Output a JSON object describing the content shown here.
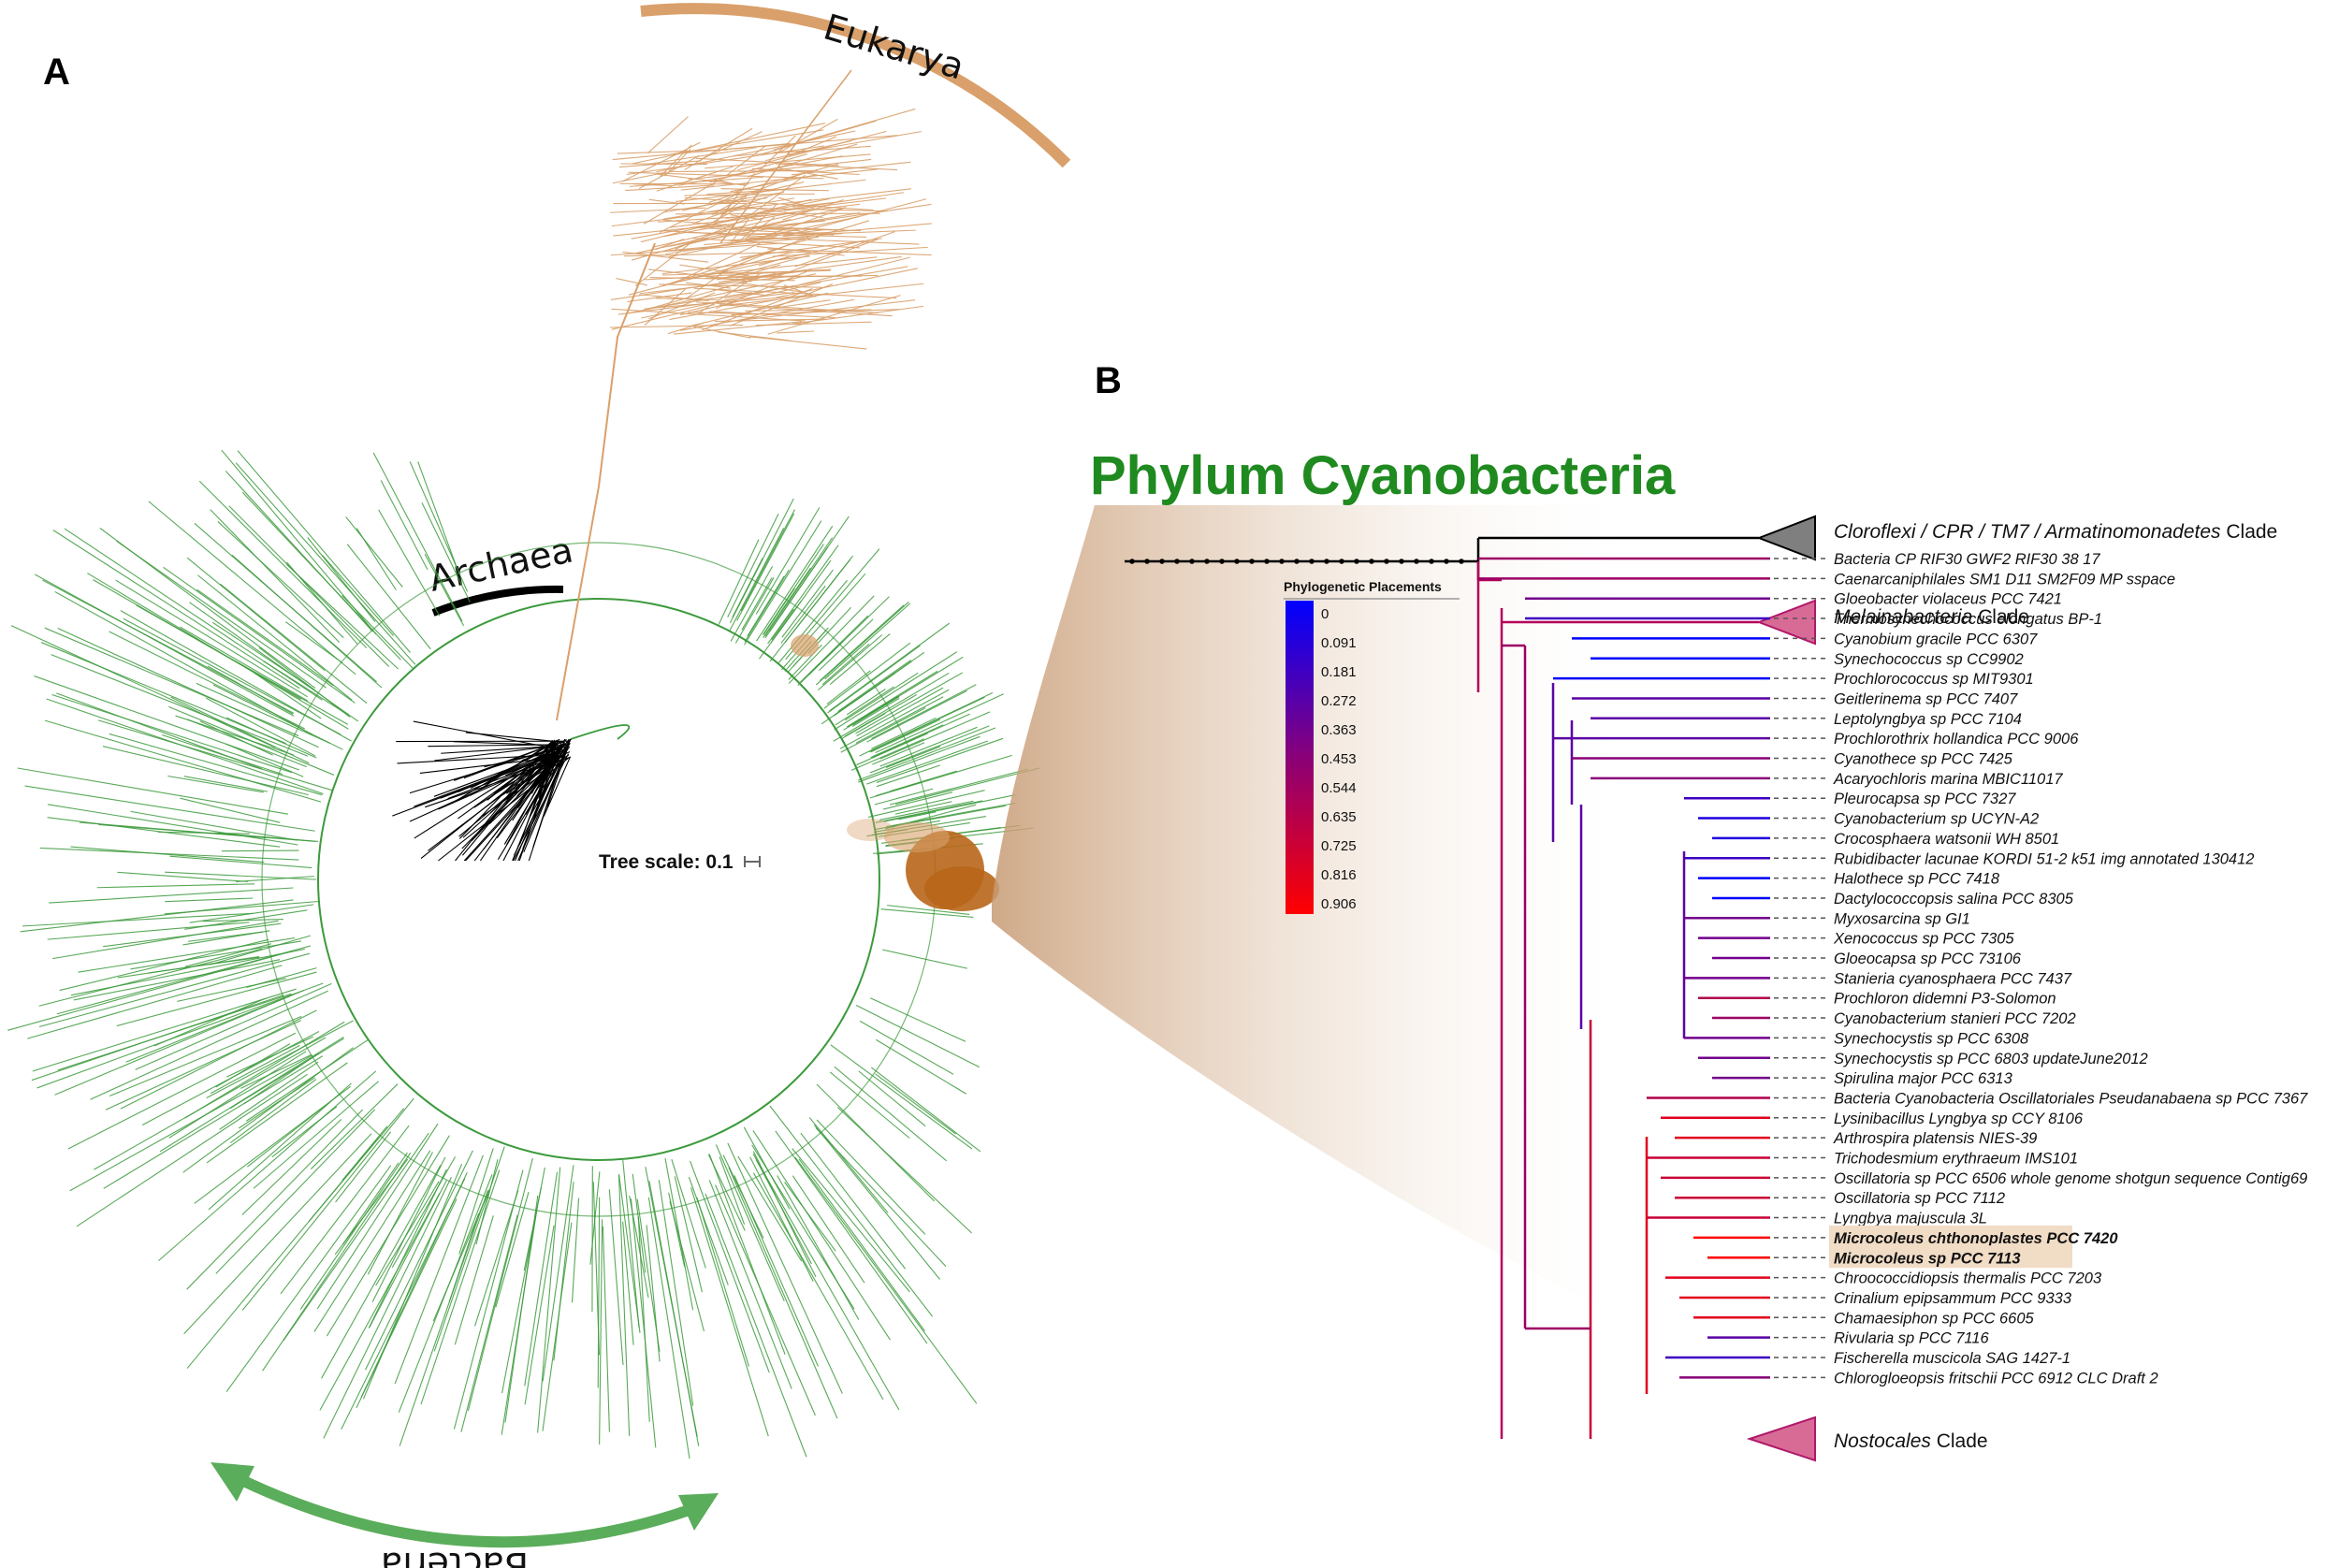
{
  "panel_a": {
    "letter": "A",
    "labels": {
      "eukarya": "Eukarya",
      "archaea": "Archaea",
      "bacteria": "Bacteria"
    },
    "tree_scale_label": "Tree scale: 0.1",
    "colors": {
      "eukarya": "#d9a06b",
      "archaea": "#000000",
      "bacteria": "#3c9a3c",
      "placement": "#b8661a"
    }
  },
  "panel_b": {
    "letter": "B",
    "title": "Phylum Cyanobacteria",
    "legend": {
      "title": "Phylogenetic Placements",
      "ticks": [
        "0",
        "0.091",
        "0.181",
        "0.272",
        "0.363",
        "0.453",
        "0.544",
        "0.635",
        "0.725",
        "0.816",
        "0.906"
      ],
      "colors": [
        "#0000ff",
        "#1f00df",
        "#3d00c2",
        "#5a00a5",
        "#72008c",
        "#880077",
        "#9c0063",
        "#b2004d",
        "#c90036",
        "#e2001d",
        "#ff0000"
      ]
    },
    "clades": {
      "top_clade_taxa": "Cloroflexi / CPR / TM7 / Armatinomonadetes",
      "top_clade_suffix": " Clade",
      "melainabacteria": "Melainabacteria",
      "melainabacteria_suffix": " Clade",
      "nostocales": "Nostocales",
      "nostocales_suffix": " Clade"
    },
    "taxa": [
      "Bacteria CP RIF30 GWF2 RIF30 38 17",
      "Caenarcaniphilales SM1 D11 SM2F09 MP sspace",
      "Gloeobacter violaceus PCC 7421",
      "Thermosynechococcus elongatus BP-1",
      "Cyanobium gracile PCC 6307",
      "Synechococcus sp CC9902",
      "Prochlorococcus sp MIT9301",
      "Geitlerinema sp PCC 7407",
      "Leptolyngbya sp PCC 7104",
      "Prochlorothrix hollandica PCC 9006",
      "Cyanothece sp PCC 7425",
      "Acaryochloris marina MBIC11017",
      "Pleurocapsa sp PCC 7327",
      "Cyanobacterium sp UCYN-A2",
      "Crocosphaera watsonii WH 8501",
      "Rubidibacter lacunae KORDI 51-2 k51 img annotated 130412",
      "Halothece sp PCC 7418",
      "Dactylococcopsis salina PCC 8305",
      "Myxosarcina sp GI1",
      "Xenococcus sp PCC 7305",
      "Gloeocapsa sp PCC 73106",
      "Stanieria cyanosphaera PCC 7437",
      "Prochloron didemni P3-Solomon",
      "Cyanobacterium stanieri PCC 7202",
      "Synechocystis sp PCC 6308",
      "Synechocystis sp PCC 6803 updateJune2012",
      "Spirulina major PCC 6313",
      "Bacteria Cyanobacteria Oscillatoriales Pseudanabaena sp PCC 7367",
      "Lysinibacillus Lyngbya sp CCY 8106",
      "Arthrospira platensis NIES-39",
      "Trichodesmium erythraeum IMS101",
      "Oscillatoria sp PCC 6506 whole genome shotgun sequence Contig69",
      "Oscillatoria sp PCC 7112",
      "Lyngbya majuscula 3L",
      "Microcoleus chthonoplastes PCC 7420",
      "Microcoleus sp PCC 7113",
      "Chroococcidiopsis thermalis PCC 7203",
      "Crinalium epipsammum PCC 9333",
      "Chamaesiphon sp PCC 6605",
      "Rivularia sp PCC 7116",
      "Fischerella muscicola SAG 1427-1",
      "Chlorogloeopsis fritschii PCC 6912 CLC Draft 2"
    ],
    "highlighted_taxa": [
      34,
      35
    ],
    "highlight_color": "#f1dcc6"
  }
}
